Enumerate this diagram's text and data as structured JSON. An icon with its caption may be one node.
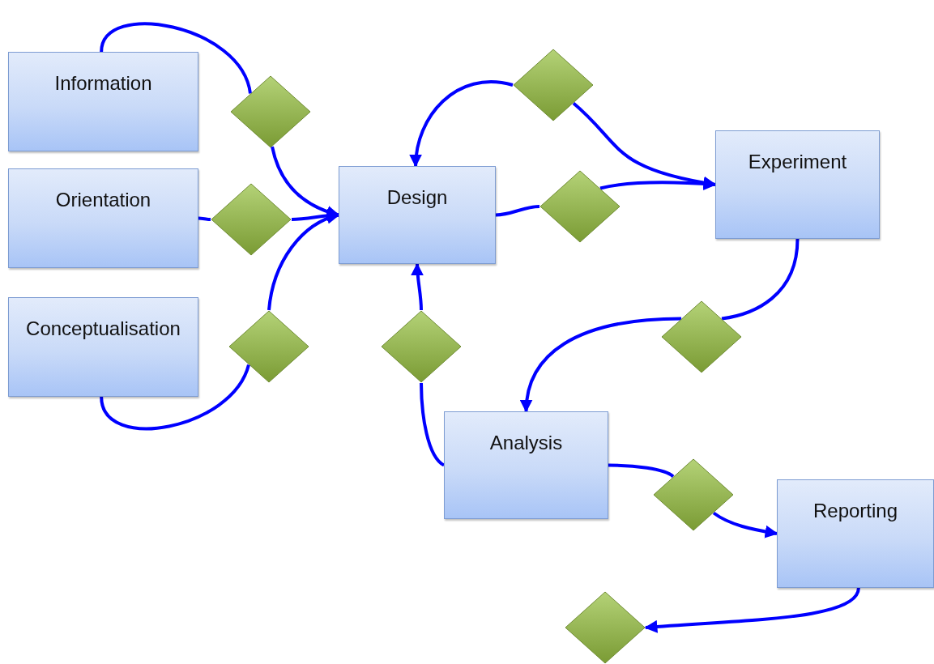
{
  "diagram": {
    "nodes": [
      {
        "text": [
          "Information"
        ]
      },
      {
        "text": [
          "Orientation"
        ]
      },
      {
        "text": [
          "Conceptualisation"
        ]
      },
      {
        "text": [
          "Design"
        ]
      },
      {
        "text": [
          "Experiment"
        ]
      },
      {
        "text": [
          "Analysis"
        ]
      },
      {
        "text": [
          "Reporting"
        ]
      },
      {
        "text": [],
        "shape": "diamond"
      },
      {
        "text": [],
        "shape": "diamond"
      },
      {
        "text": [],
        "shape": "diamond"
      },
      {
        "text": [],
        "shape": "diamond"
      },
      {
        "text": [],
        "shape": "diamond"
      },
      {
        "text": [],
        "shape": "diamond"
      },
      {
        "text": [],
        "shape": "diamond"
      },
      {
        "text": [],
        "shape": "diamond"
      },
      {
        "text": [],
        "shape": "diamond"
      }
    ],
    "edges": [
      {
        "from": 0,
        "to": 7,
        "arrow": "none"
      },
      {
        "from": 7,
        "to": 3,
        "arrow": "to"
      },
      {
        "from": 1,
        "to": 8,
        "arrow": "none"
      },
      {
        "from": 8,
        "to": 3,
        "arrow": "to"
      },
      {
        "from": 2,
        "to": 9,
        "arrow": "none"
      },
      {
        "from": 9,
        "to": 3,
        "arrow": "to"
      },
      {
        "from": 5,
        "to": 10,
        "arrow": "none"
      },
      {
        "from": 10,
        "to": 3,
        "arrow": "to"
      },
      {
        "from": 3,
        "to": 12,
        "arrow": "none"
      },
      {
        "from": 12,
        "to": 4,
        "arrow": "to"
      },
      {
        "from": 11,
        "to": 3,
        "arrow": "to"
      },
      {
        "from": 11,
        "to": 4,
        "arrow": "to"
      },
      {
        "from": 4,
        "to": 13,
        "arrow": "none"
      },
      {
        "from": 13,
        "to": 5,
        "arrow": "to"
      },
      {
        "from": 5,
        "to": 14,
        "arrow": "none"
      },
      {
        "from": 14,
        "to": 6,
        "arrow": "to"
      },
      {
        "from": 6,
        "to": 15,
        "arrow": "to"
      }
    ]
  }
}
